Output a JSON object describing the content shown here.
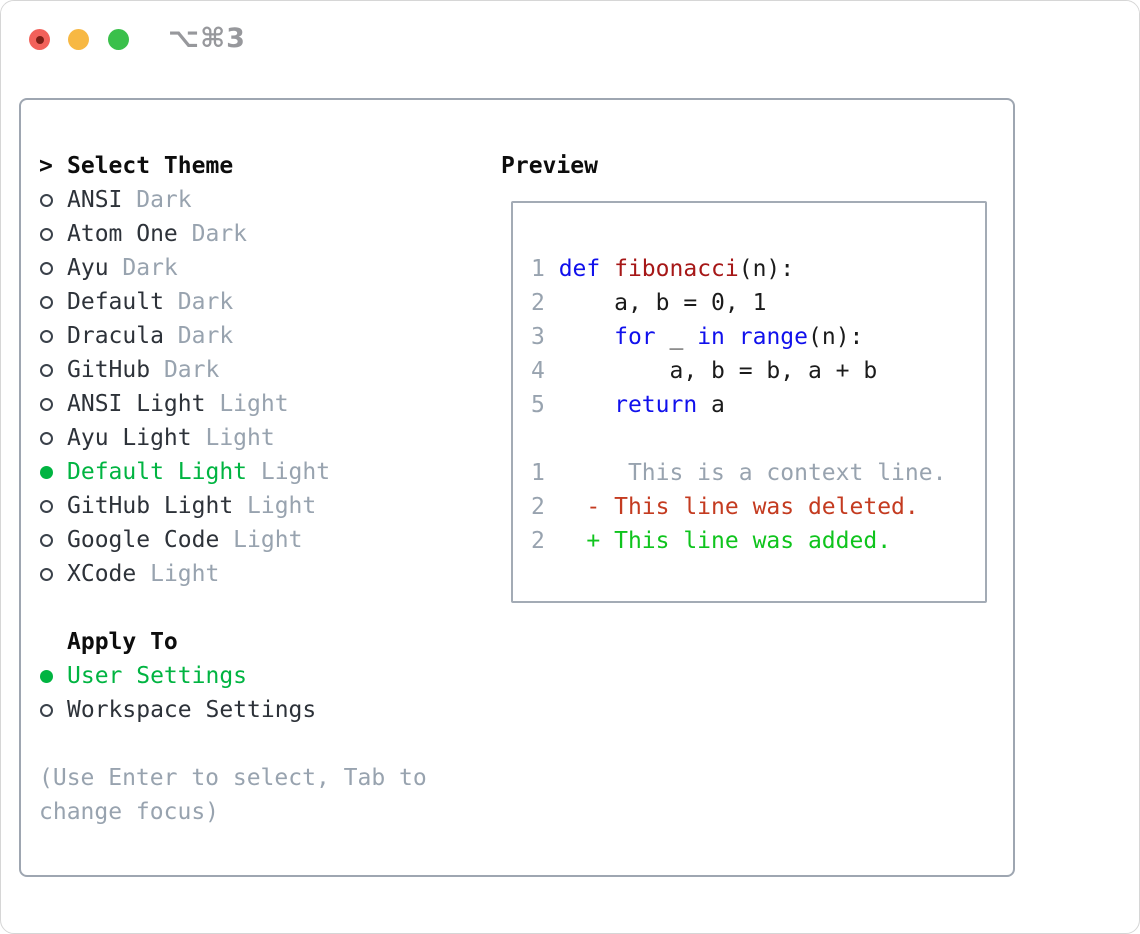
{
  "titlebar": {
    "shortcut": "⌥⌘3"
  },
  "theme_panel": {
    "prompt": ">",
    "header": "Select Theme",
    "themes": [
      {
        "name": "ANSI",
        "variant": "Dark",
        "selected": false
      },
      {
        "name": "Atom One",
        "variant": "Dark",
        "selected": false
      },
      {
        "name": "Ayu",
        "variant": "Dark",
        "selected": false
      },
      {
        "name": "Default",
        "variant": "Dark",
        "selected": false
      },
      {
        "name": "Dracula",
        "variant": "Dark",
        "selected": false
      },
      {
        "name": "GitHub",
        "variant": "Dark",
        "selected": false
      },
      {
        "name": "ANSI Light",
        "variant": "Light",
        "selected": false
      },
      {
        "name": "Ayu Light",
        "variant": "Light",
        "selected": false
      },
      {
        "name": "Default Light",
        "variant": "Light",
        "selected": true
      },
      {
        "name": "GitHub Light",
        "variant": "Light",
        "selected": false
      },
      {
        "name": "Google Code",
        "variant": "Light",
        "selected": false
      },
      {
        "name": "XCode",
        "variant": "Light",
        "selected": false
      }
    ],
    "apply_to": {
      "header": "Apply To",
      "options": [
        {
          "label": "User Settings",
          "selected": true
        },
        {
          "label": "Workspace Settings",
          "selected": false
        }
      ]
    },
    "help": "(Use Enter to select, Tab to change focus)"
  },
  "preview": {
    "header": "Preview",
    "code_lines": [
      {
        "num": "1",
        "tokens": [
          {
            "t": "def",
            "c": "k"
          },
          {
            "t": " ",
            "c": "p"
          },
          {
            "t": "fibonacci",
            "c": "f"
          },
          {
            "t": "(n):",
            "c": "p"
          }
        ]
      },
      {
        "num": "2",
        "tokens": [
          {
            "t": "    a, b = 0, 1",
            "c": "p"
          }
        ]
      },
      {
        "num": "3",
        "tokens": [
          {
            "t": "    ",
            "c": "p"
          },
          {
            "t": "for",
            "c": "k"
          },
          {
            "t": " _ ",
            "c": "p"
          },
          {
            "t": "in",
            "c": "k"
          },
          {
            "t": " ",
            "c": "p"
          },
          {
            "t": "range",
            "c": "k"
          },
          {
            "t": "(n):",
            "c": "p"
          }
        ]
      },
      {
        "num": "4",
        "tokens": [
          {
            "t": "        a, b = b, a + b",
            "c": "p"
          }
        ]
      },
      {
        "num": "5",
        "tokens": [
          {
            "t": "    ",
            "c": "p"
          },
          {
            "t": "return",
            "c": "k"
          },
          {
            "t": " a",
            "c": "p"
          }
        ]
      }
    ],
    "diff_lines": [
      {
        "num": "1",
        "kind": "ctx",
        "text": "     This is a context line."
      },
      {
        "num": "2",
        "kind": "del",
        "text": "  - This line was deleted."
      },
      {
        "num": "2",
        "kind": "add",
        "text": "  + This line was added."
      }
    ]
  },
  "colors": {
    "accent_green": "#00b441",
    "added_green": "#0fc41d",
    "deleted_red": "#c43b20",
    "keyword_blue": "#1010ec",
    "function_red": "#a61717",
    "muted_gray": "#98a3af",
    "border_gray": "#9ea6b1",
    "traffic_red": "#f2615a",
    "traffic_yellow": "#f7b843",
    "traffic_green": "#3ac04b"
  }
}
